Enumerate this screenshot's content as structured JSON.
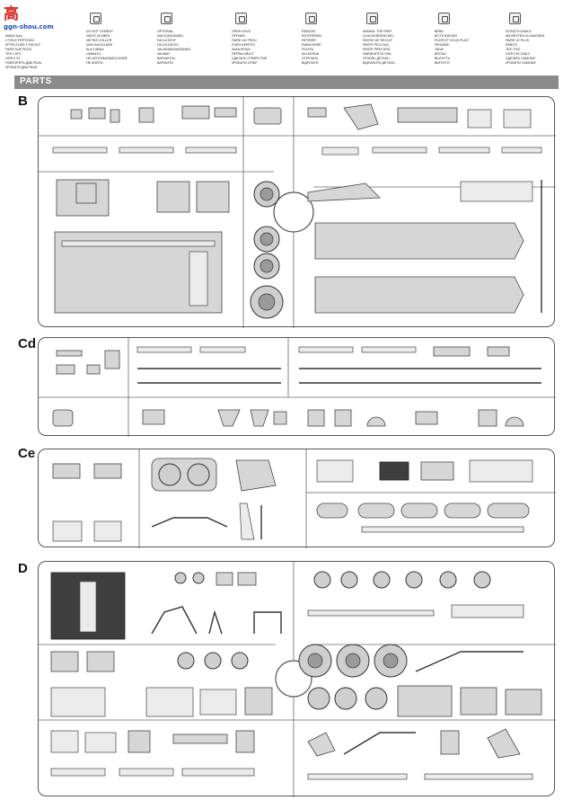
{
  "watermark": {
    "brand_glyph": "高",
    "url": "ggn-shou.com"
  },
  "legend": {
    "first_column": [
      "МАКИ 2pcs",
      "2 TEILE FERTIGEN",
      "EFFECTUER 2 PIECES",
      "FARE DUE PEZZI",
      "TEE 2 KPL",
      "GÖR 2 ST",
      "ПОВТОРИТЬ ДВА РАЗА",
      "ЗРОБИТИ ДВА РАЗИ"
    ],
    "columns": [
      {
        "icon": "do-not-cement-icon",
        "lines": [
          "DO NOT CEMENT",
          "NICHT KLEBEN",
          "NE PAS COLLER",
          "NON INCOLLARE",
          "ÄLÄ LIIMAA",
          "LIMMA EJ",
          "НЕ ИСПОЛЬЗОВАТЬ КЛЕЙ",
          "НЕ КЛЕЇТИ"
        ]
      },
      {
        "icon": "optional-icon",
        "lines": [
          "OPTIONAL",
          "NACH BELIEBEN",
          "FACULTATIF",
          "FACOLTATIVO",
          "VALINNAINVARAINEN",
          "VALBAR",
          "ВАРИАНТЫ",
          "ВАРІАНТИ"
        ]
      },
      {
        "icon": "open-hole-icon",
        "lines": [
          "OPEN HOLE",
          "ÖFFNEN",
          "FAIRE UN TROU",
          "FORO APERTO",
          "AVAA REIKÄ",
          "ÖPPNA HÅLET",
          "СДЕЛАТЬ ОТВЕРСТИЕ",
          "ЗРОБИТИ ОТВІР"
        ]
      },
      {
        "icon": "remove-icon",
        "lines": [
          "REMOVE",
          "ENTFERNEN",
          "RETIRER",
          "RIMUOVERE",
          "POISTA",
          "AVLÄGSNA",
          "ОТРЕЗАТЬ",
          "ВІДРІЗАТИ"
        ]
      },
      {
        "icon": "anneal-icon",
        "lines": [
          "ANNEAL THE PART",
          "GLÜCKENDRÜCKEL",
          "PARTIE DE RECUIT",
          "PARTE PECCIGA",
          "PARTE PRECISTA",
          "HÄRDENTITÄ OSA",
          "ОТКОЛЬ ДЕТАЛЬ",
          "ВІДПАЛИТИ ДЕТАЛЬ"
        ]
      },
      {
        "icon": "bend-icon",
        "lines": [
          "BEND",
          "BITTE BIEGEN",
          "PLIER ET VOUS PLAIT",
          "PIEGARE",
          "TAIVA",
          "BÖCKA",
          "ВЫГНУТЬ",
          "ВИГНУТИ"
        ]
      },
      {
        "icon": "scratch-build-icon",
        "lines": [
          "SCRATCH-BUILD",
          "AM BESTEN ZU MACHEN",
          "FAIRE LE PLUS",
          "REBOTI",
          "TEE ITSE",
          "GÖR DIG SJÄLV",
          "СДЕЛАТЬ САМОМУ",
          "ЗРОБИТИ САМОМУ"
        ]
      }
    ]
  },
  "section_title": "PARTS",
  "sprues": [
    {
      "letter": "B"
    },
    {
      "letter": "Cd"
    },
    {
      "letter": "Ce"
    },
    {
      "letter": "D"
    }
  ],
  "colors": {
    "frame": "#555555",
    "part_fill": "#d6d6d6",
    "dark_part": "#3e3e3e",
    "header_bar": "#8a8a8a",
    "logo_red": "#d4241c",
    "logo_blue": "#1d4ea8"
  }
}
